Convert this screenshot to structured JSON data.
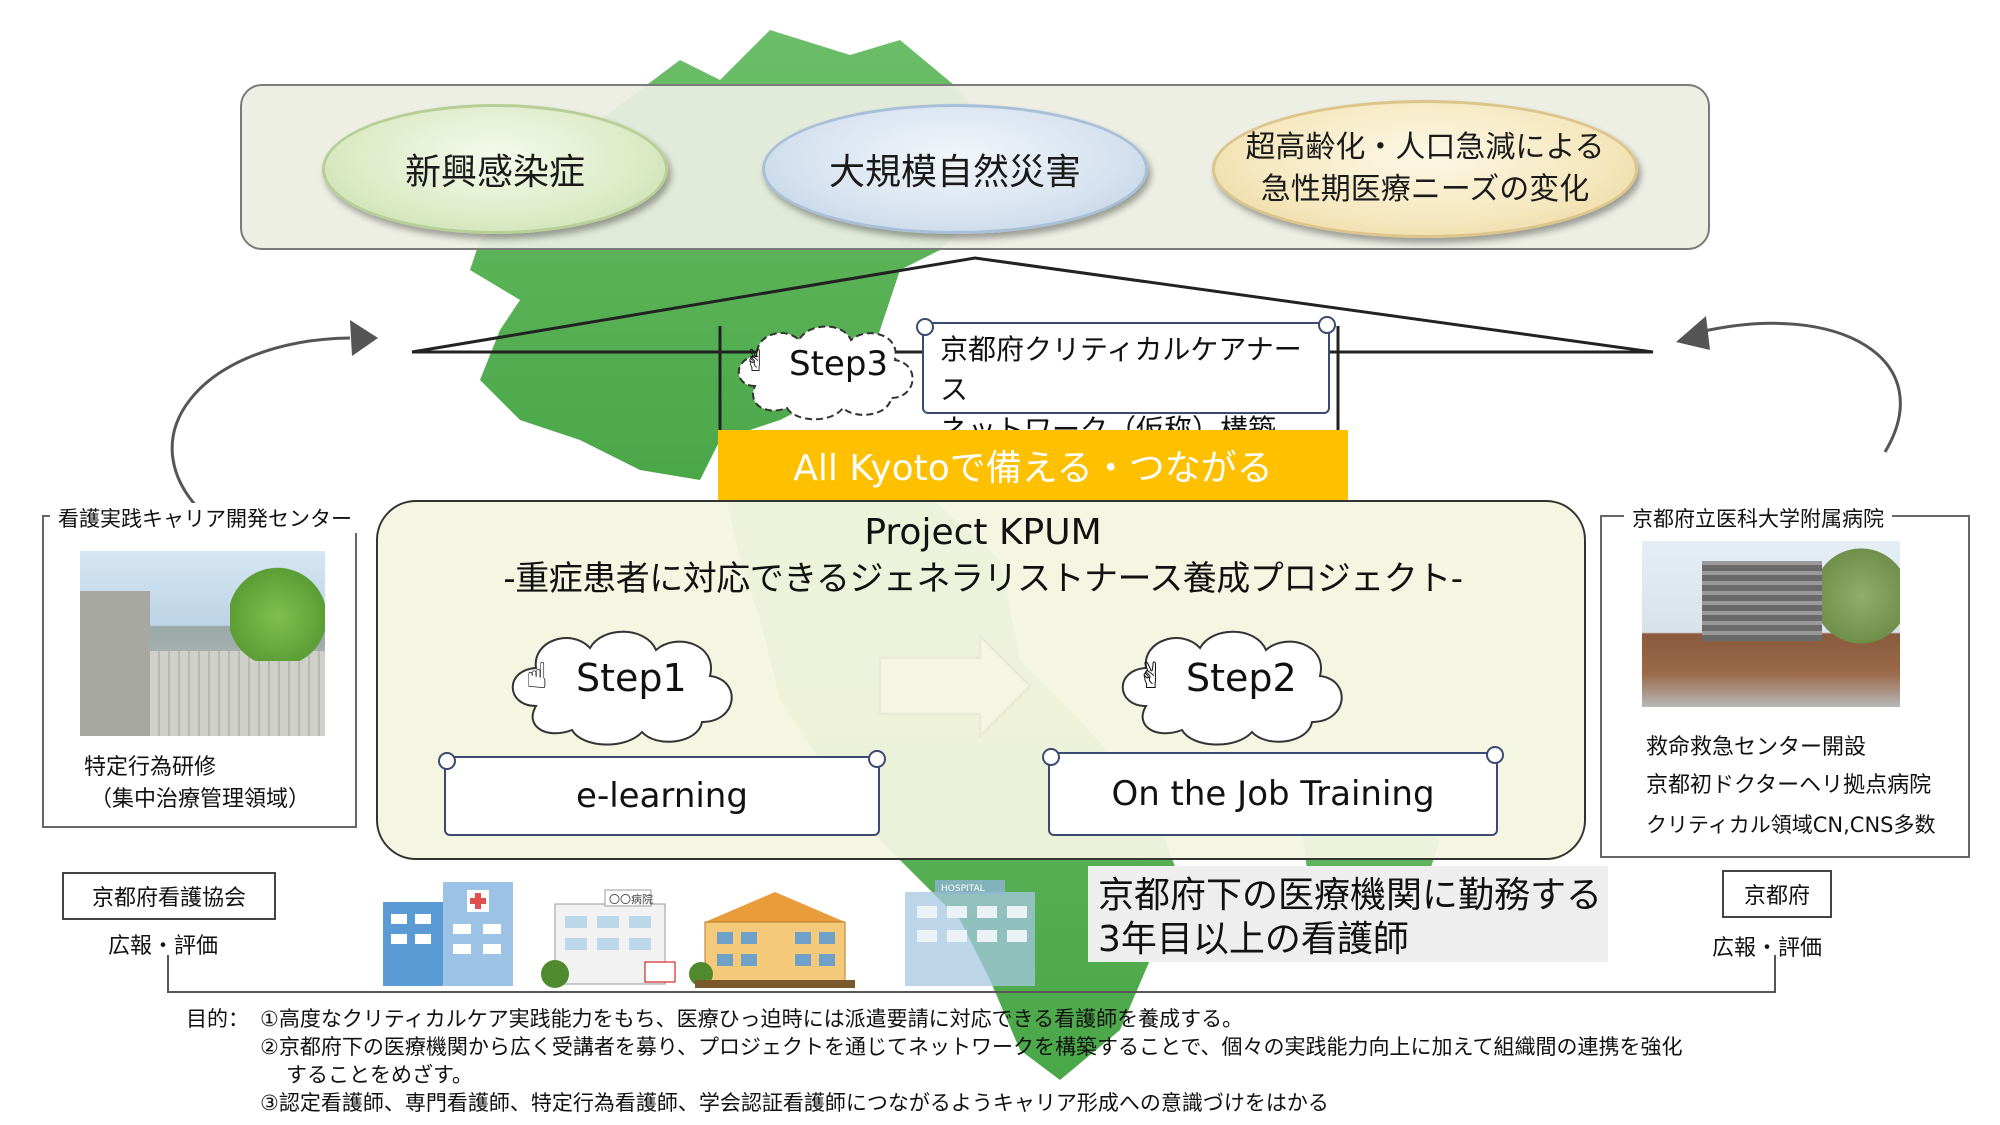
{
  "risks": {
    "emerging_infection": "新興感染症",
    "natural_disaster": "大規模自然災害",
    "aging_line1": "超高齢化・人口急減による",
    "aging_line2": "急性期医療ニーズの変化"
  },
  "step3": {
    "label": "Step3",
    "scroll_line1": "京都府クリティカルケアナース",
    "scroll_line2": "ネットワーク（仮称）構築"
  },
  "banner": "All Kyotoで備える・つながる",
  "project": {
    "title": "Project KPUM",
    "subtitle": "-重症患者に対応できるジェネラリストナース養成プロジェクト-",
    "step1_label": "Step1",
    "step1_scroll": "e-learning",
    "step2_label": "Step2",
    "step2_scroll": "On the Job Training"
  },
  "left_panel": {
    "title": "看護実践キャリア開発センター",
    "line1": "特定行為研修",
    "line2": "（集中治療管理領域）"
  },
  "right_panel": {
    "title": "京都府立医科大学附属病院",
    "item1": "救命救急センター開設",
    "item2": "京都初ドクターヘリ拠点病院",
    "item3": "クリティカル領域CN,CNS多数"
  },
  "left_org": {
    "name": "京都府看護協会",
    "role": "広報・評価"
  },
  "right_org": {
    "name": "京都府",
    "role": "広報・評価"
  },
  "hospital_signs": {
    "sign1": "〇〇病院",
    "sign2": "HOSPITAL"
  },
  "target": {
    "line1": "京都府下の医療機関に勤務する",
    "line2": "3年目以上の看護師"
  },
  "purpose": {
    "label": "目的：",
    "item1": "①高度なクリティカルケア実践能力をもち、医療ひっ迫時には派遣要請に対応できる看護師を養成する。",
    "item2a": "②京都府下の医療機関から広く受講者を募り、プロジェクトを通じてネットワークを構築することで、個々の実践能力向上に加えて組織間の連携を強化",
    "item2b": "することをめざす。",
    "item3": "③認定看護師、専門看護師、特定行為看護師、学会認証看護師につながるようキャリア形成への意識づけをはかる"
  },
  "colors": {
    "map_green": "#5db55a",
    "banner_orange": "#ffc000",
    "scroll_border": "#3a4a72",
    "panel_fill": "#f4f5e0"
  }
}
